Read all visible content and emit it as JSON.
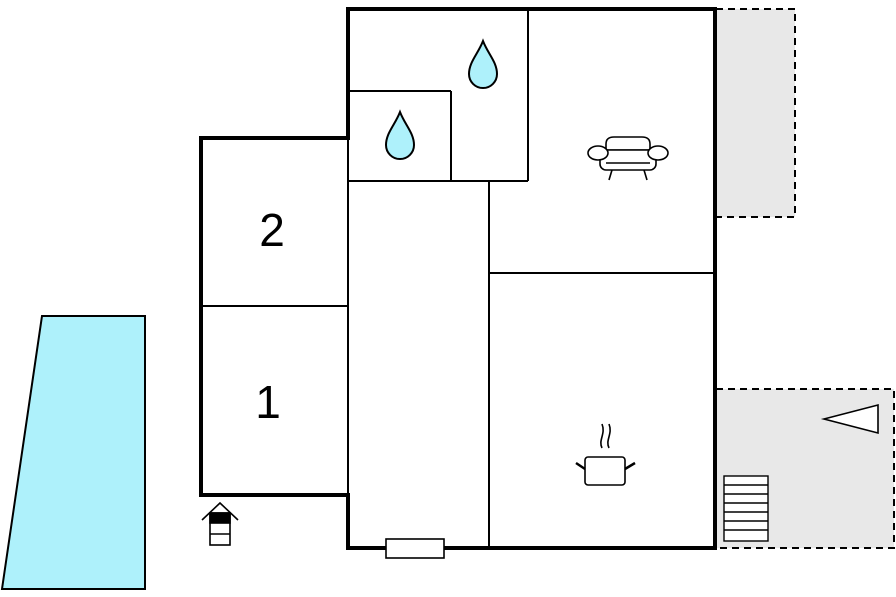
{
  "floorplan": {
    "rooms": [
      {
        "id": "bedroom-2",
        "label": "2"
      },
      {
        "id": "bedroom-1",
        "label": "1"
      }
    ],
    "icons": {
      "bathroom_1": "water-drop-icon",
      "bathroom_2": "water-drop-icon",
      "living_room": "sofa-icon",
      "kitchen": "cooking-pot-icon",
      "entrance": "house-entrance-icon",
      "terrace": "terrace-triangle-icon",
      "stairs": "stairs-icon",
      "window": "window-icon",
      "pool": "swimming-pool"
    },
    "colors": {
      "wall": "#000000",
      "water": "#aef1fb",
      "pool": "#aef1fb",
      "terrace": "#e8e8e8"
    }
  }
}
